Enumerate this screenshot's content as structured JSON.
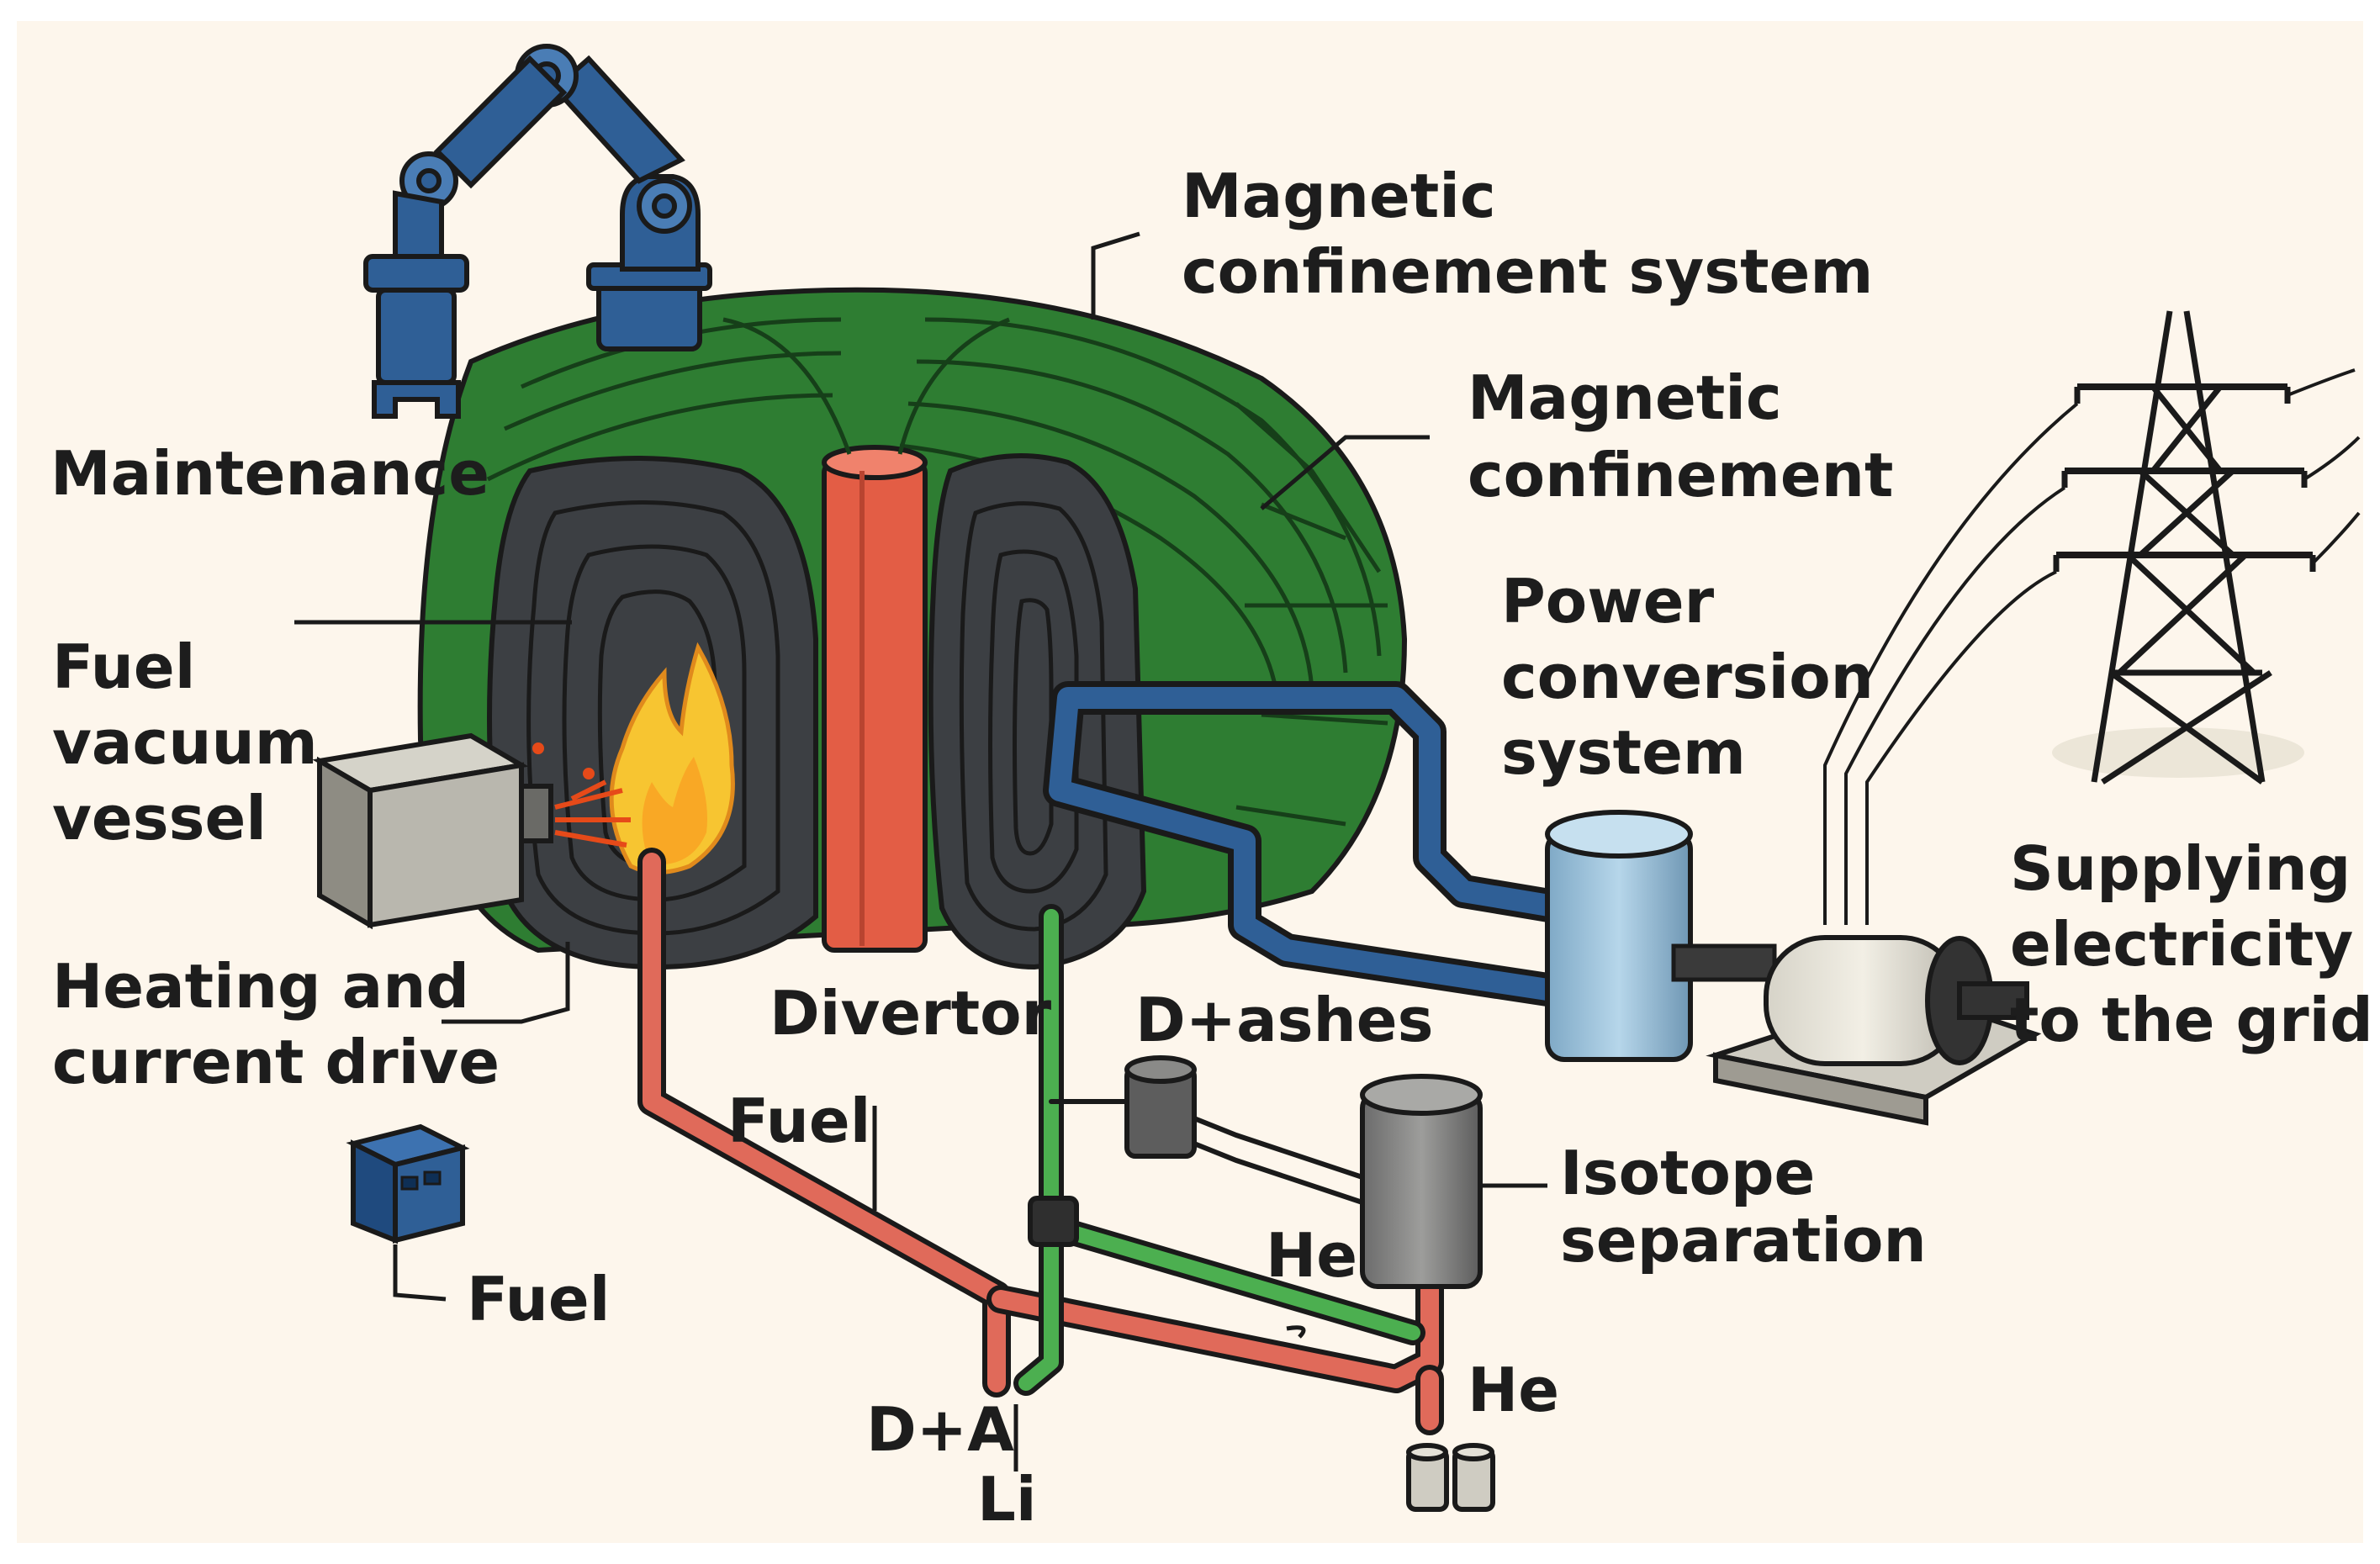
{
  "labels": {
    "magnetic_confinement_system_1": "Magnetic",
    "magnetic_confinement_system_2": "confinement system",
    "magnetic_confinement_1": "Magnetic",
    "magnetic_confinement_2": "confinement",
    "maintenance": "Maintenance",
    "fuel_vacuum_vessel_1": "Fuel",
    "fuel_vacuum_vessel_2": "vacuum",
    "fuel_vacuum_vessel_3": "vessel",
    "heating_current_drive_1": "Heating and",
    "heating_current_drive_2": "current drive",
    "power_conversion_1": "Power",
    "power_conversion_2": "conversion",
    "power_conversion_3": "system",
    "supplying_1": "Supplying",
    "supplying_2": "electricity",
    "supplying_3": "to the grid",
    "divertor": "Divertor",
    "d_ashes": "D+ashes",
    "fuel_pipe": "Fuel",
    "fuel_box": "Fuel",
    "isotope_separation_1": "Isotope",
    "isotope_separation_2": "separation",
    "he_upper": "He",
    "he_lower": "He",
    "d_a": "D+A",
    "li": "Li"
  },
  "colors": {
    "background": "#fdf6ec",
    "coil_green": "#2e7d32",
    "coil_dark": "#1e5e24",
    "vessel_dark": "#3c3f43",
    "central_red": "#e35d45",
    "arm_blue": "#2f5f96",
    "pipe_blue": "#2f5f96",
    "pipe_red": "#e06a5a",
    "pipe_green": "#4caf50",
    "flame_yellow": "#f7c531",
    "cylinder_blue": "#9cc3dc",
    "gray_box": "#b9b7ae"
  }
}
